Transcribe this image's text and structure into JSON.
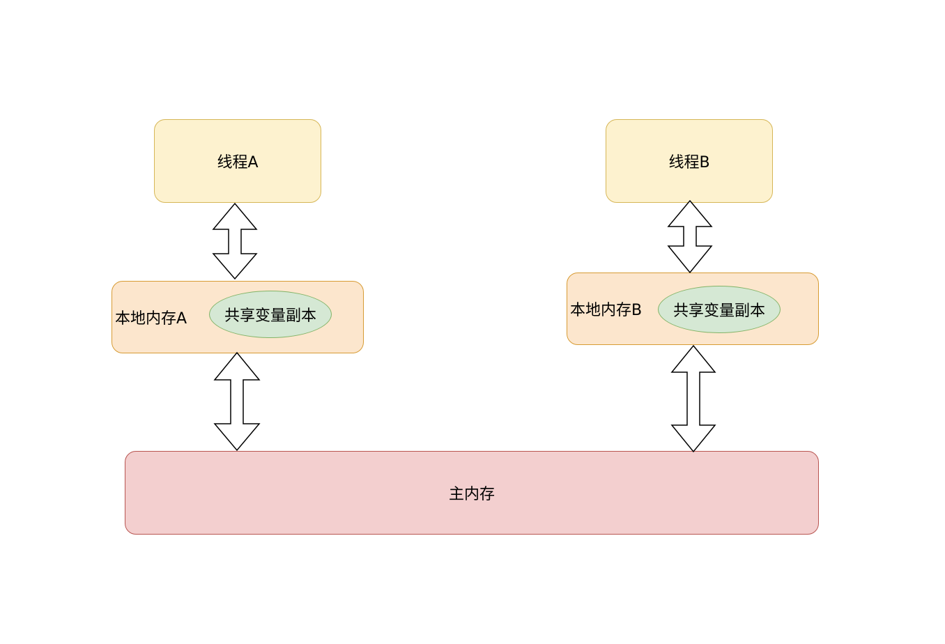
{
  "diagram": {
    "thread_a": {
      "label": "线程A"
    },
    "thread_b": {
      "label": "线程B"
    },
    "local_a": {
      "label": "本地内存A",
      "copy_label": "共享变量副本"
    },
    "local_b": {
      "label": "本地内存B",
      "copy_label": "共享变量副本"
    },
    "main_memory": {
      "label": "主内存"
    },
    "colors": {
      "thread_fill": "#fdf2cf",
      "thread_stroke": "#d6b656",
      "local_fill": "#fce6cd",
      "local_stroke": "#d79b33",
      "copy_fill": "#d5e8d4",
      "copy_stroke": "#82b366",
      "main_fill": "#f3cfcf",
      "main_stroke": "#b85450"
    }
  }
}
